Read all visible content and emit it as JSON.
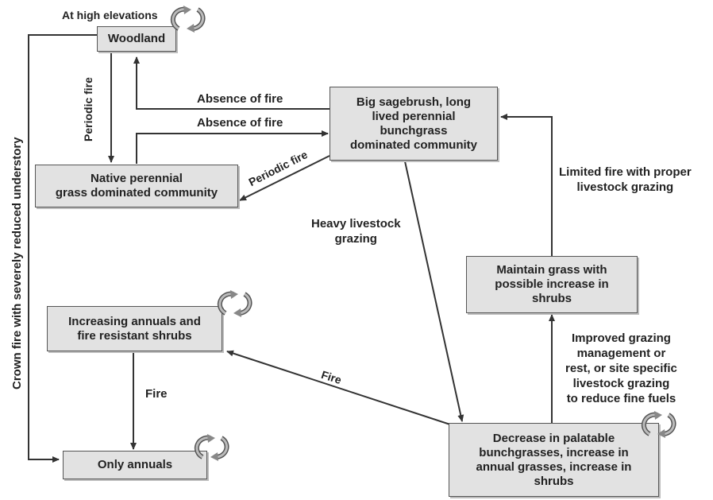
{
  "states": {
    "woodland": "Woodland",
    "sagebrush": "Big sagebrush, long\nlived perennial\nbunchgrass\ndominated community",
    "native_grass": "Native perennial\ngrass dominated community",
    "maintain_grass": "Maintain grass with\npossible increase in\nshrubs",
    "increasing_annuals": "Increasing annuals and\nfire resistant shrubs",
    "only_annuals": "Only annuals",
    "decrease_bunchgrass": "Decrease in palatable\nbunchgrasses, increase in\nannual grasses, increase in\nshrubs"
  },
  "transitions": {
    "high_elevations": "At high elevations",
    "periodic_fire_vertical": "Periodic fire",
    "absence_fire_1": "Absence of fire",
    "absence_fire_2": "Absence of fire",
    "periodic_fire_diagonal": "Periodic fire",
    "crown_fire": "Crown fire with severely reduced understory",
    "heavy_grazing": "Heavy livestock\ngrazing",
    "limited_fire": "Limited fire with proper\nlivestock grazing",
    "improved_grazing": "Improved grazing\nmanagement or\nrest, or site specific\nlivestock grazing\nto reduce fine fuels",
    "fire_vertical": "Fire",
    "fire_diagonal": "Fire"
  },
  "colors": {
    "box_fill": "#e2e2e2",
    "box_border": "#555555",
    "arrow": "#333333",
    "cycle_icon": "#9a9a9a"
  },
  "icons": [
    "cycle-arrows-icon"
  ]
}
